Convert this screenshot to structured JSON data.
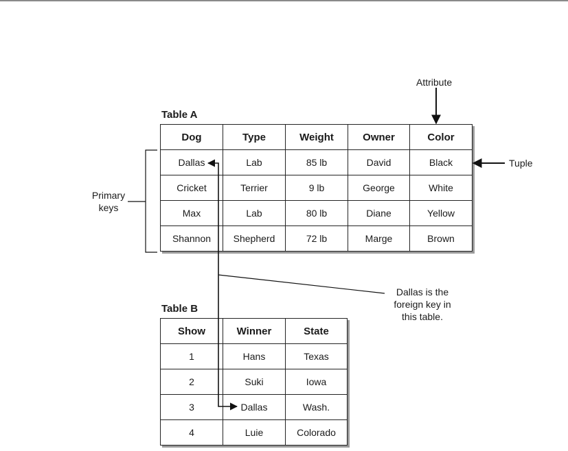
{
  "table_a": {
    "caption": "Table A",
    "headers": [
      "Dog",
      "Type",
      "Weight",
      "Owner",
      "Color"
    ],
    "rows": [
      [
        "Dallas",
        "Lab",
        "85 lb",
        "David",
        "Black"
      ],
      [
        "Cricket",
        "Terrier",
        "9 lb",
        "George",
        "White"
      ],
      [
        "Max",
        "Lab",
        "80 lb",
        "Diane",
        "Yellow"
      ],
      [
        "Shannon",
        "Shepherd",
        "72 lb",
        "Marge",
        "Brown"
      ]
    ]
  },
  "table_b": {
    "caption": "Table B",
    "headers": [
      "Show",
      "Winner",
      "State"
    ],
    "rows": [
      [
        "1",
        "Hans",
        "Texas"
      ],
      [
        "2",
        "Suki",
        "Iowa"
      ],
      [
        "3",
        "Dallas",
        "Wash."
      ],
      [
        "4",
        "Luie",
        "Colorado"
      ]
    ]
  },
  "annotations": {
    "attribute": "Attribute",
    "tuple": "Tuple",
    "primary_keys_line1": "Primary",
    "primary_keys_line2": "keys",
    "foreign_key_line1": "Dallas is the",
    "foreign_key_line2": "foreign key in",
    "foreign_key_line3": "this table."
  }
}
